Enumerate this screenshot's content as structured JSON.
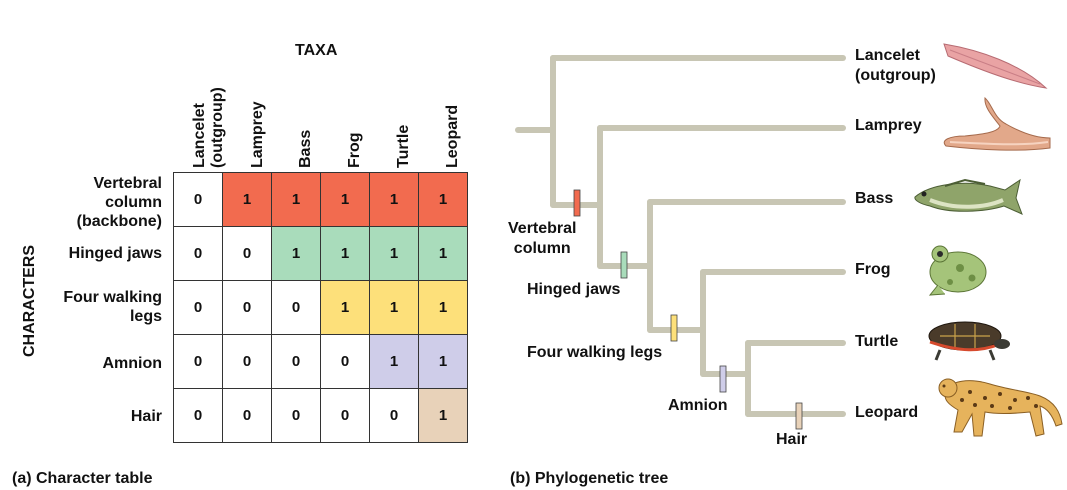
{
  "table": {
    "title": "TAXA",
    "row_axis_label": "CHARACTERS",
    "columns": [
      "Lancelet\n(outgroup)",
      "Lamprey",
      "Bass",
      "Frog",
      "Turtle",
      "Leopard"
    ],
    "rows": [
      {
        "label": "Vertebral\ncolumn\n(backbone)",
        "values": [
          "0",
          "1",
          "1",
          "1",
          "1",
          "1"
        ],
        "color": "#f26b4f"
      },
      {
        "label": "Hinged jaws",
        "values": [
          "0",
          "0",
          "1",
          "1",
          "1",
          "1"
        ],
        "color": "#a9dcbb"
      },
      {
        "label": "Four walking\nlegs",
        "values": [
          "0",
          "0",
          "0",
          "1",
          "1",
          "1"
        ],
        "color": "#fde07a"
      },
      {
        "label": "Amnion",
        "values": [
          "0",
          "0",
          "0",
          "0",
          "1",
          "1"
        ],
        "color": "#cfcde9"
      },
      {
        "label": "Hair",
        "values": [
          "0",
          "0",
          "0",
          "0",
          "0",
          "1"
        ],
        "color": "#e8d2b9"
      }
    ],
    "caption": "(a) Character table"
  },
  "tree": {
    "caption": "(b) Phylogenetic tree",
    "tips": [
      "Lancelet\n(outgroup)",
      "Lamprey",
      "Bass",
      "Frog",
      "Turtle",
      "Leopard"
    ],
    "traits": [
      {
        "label": "Vertebral\ncolumn",
        "color": "#f26b4f"
      },
      {
        "label": "Hinged jaws",
        "color": "#a9dcbb"
      },
      {
        "label": "Four walking legs",
        "color": "#fde07a"
      },
      {
        "label": "Amnion",
        "color": "#cfcde9"
      },
      {
        "label": "Hair",
        "color": "#e8d2b9"
      }
    ],
    "branch_color": "#c8c6b4",
    "animals": [
      "lancelet",
      "lamprey",
      "bass",
      "frog",
      "turtle",
      "leopard"
    ]
  }
}
